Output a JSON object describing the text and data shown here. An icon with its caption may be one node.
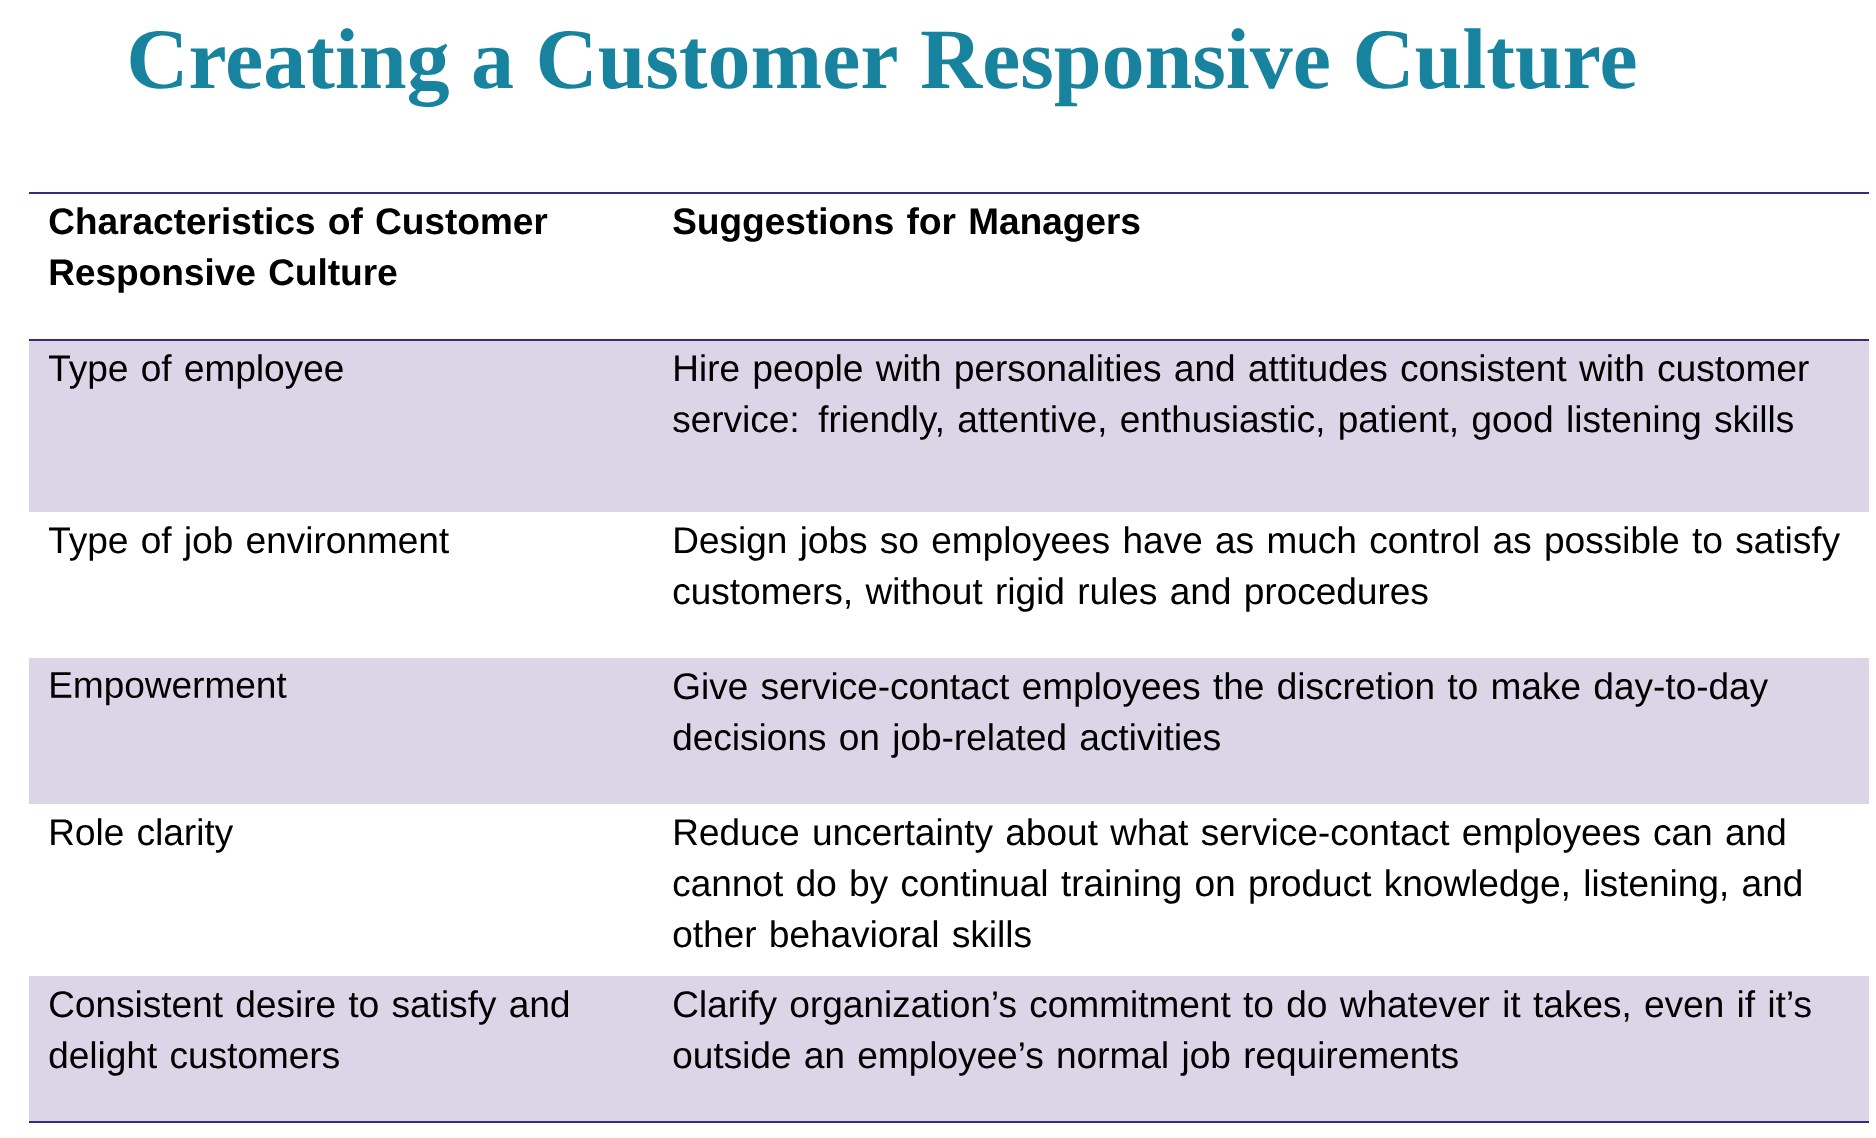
{
  "diagram": {
    "title": "Creating a Customer Responsive Culture",
    "labels": [
      "Characteristics of Customer Responsive Culture",
      "Suggestions for Managers",
      "Type of employee",
      "Hire people with personalities and attitudes consistent with customer service: friendly, attentive, enthusiastic, patient, good listening skills",
      "Type of job environment",
      "Design jobs so employees have as much control as possible to satisfy customers, without rigid rules and procedures",
      "Empowerment",
      "Give service-contact employees the discretion to make day-to-day decisions on job-related activities",
      "Role clarity",
      "Reduce uncertainty about what service-contact employees can and cannot do by continual training on product knowledge, listening, and other behavioral skills",
      "Consistent desire to satisfy and delight customers",
      "Clarify organization’s commitment to do whatever it takes, even if it’s outside an employee’s normal job requirements"
    ]
  }
}
